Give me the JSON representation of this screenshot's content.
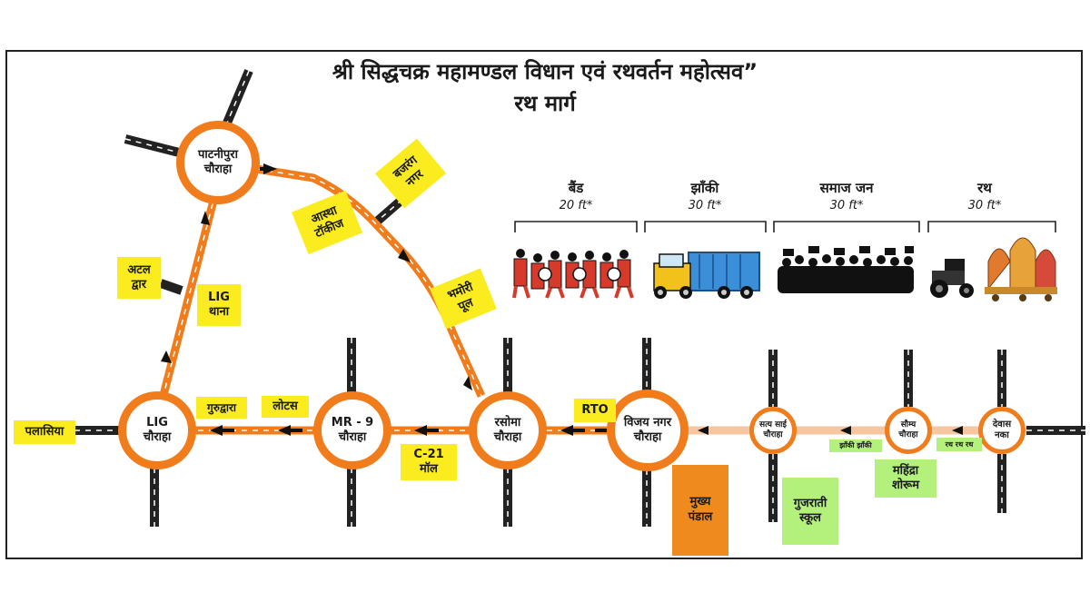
{
  "title": {
    "line1": "श्री सिद्धचक्र महामण्डल विधान एवं रथवर्तन महोत्सव”",
    "line2": "रथ मार्ग"
  },
  "colors": {
    "route": "#f07c1c",
    "road": "#222222",
    "label_yellow": "#fbec1f",
    "label_green": "#b4f07c",
    "label_orange": "#ef8a1f",
    "arrow": "#111111"
  },
  "junctions": {
    "patnipura": [
      "पाटनीपुरा",
      "चौराहा"
    ],
    "lig": [
      "LIG",
      "चौराहा"
    ],
    "mr9": [
      "MR - 9",
      "चौराहा"
    ],
    "rasoma": [
      "रसोमा",
      "चौराहा"
    ],
    "vijay_nagar": [
      "विजय नगर",
      "चौराहा"
    ],
    "satya_sai": [
      "सत्य साई",
      "चौराहा"
    ],
    "saumya": [
      "सौम्य",
      "चौराहा"
    ],
    "dewas_naka": [
      "देवास",
      "नका"
    ]
  },
  "landmarks": {
    "bajrang_nagar": [
      "बजरंग",
      "नगर"
    ],
    "astha_talkies": [
      "आस्था",
      "टॉकीज"
    ],
    "bhamori_pool": [
      "भमोरी",
      "पूल"
    ],
    "atal_dwar": [
      "अटल",
      "द्वार"
    ],
    "lig_thana": [
      "LIG",
      "थाना"
    ],
    "palasiya": "पलासिया",
    "gurudwara": "गुरुद्वारा",
    "lotus": "लोटस",
    "c21_mall": [
      "C-21",
      "मॉल"
    ],
    "rto": "RTO",
    "mukhya_pandal": [
      "मुख्य",
      "पंडाल"
    ],
    "gujarati_school": [
      "गुजराती",
      "स्कूल"
    ],
    "mahindra_showroom": [
      "महिंद्रा",
      "शोरूम"
    ],
    "jhanki_tag": "झाँकी झाँकी",
    "rath_tag": "रथ रथ रथ"
  },
  "procession": [
    {
      "name": "बैंड",
      "length": "20 ft*",
      "icon": "band-icon"
    },
    {
      "name": "झाँकी",
      "length": "30 ft*",
      "icon": "truck-icon"
    },
    {
      "name": "समाज जन",
      "length": "30 ft*",
      "icon": "crowd-icon"
    },
    {
      "name": "रथ",
      "length": "30 ft*",
      "icon": "chariot-icon"
    }
  ]
}
